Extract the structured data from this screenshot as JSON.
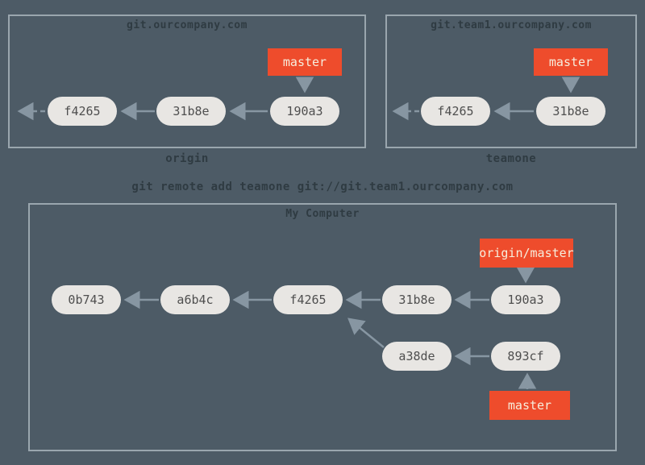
{
  "colors": {
    "background": "#4d5b66",
    "frame_border": "#9aa6ae",
    "commit_fill": "#e8e6e3",
    "commit_text": "#4f4f4f",
    "branch_fill": "#ee4c2c",
    "branch_text": "#f6eedd",
    "heading_text": "#2f3b42",
    "arrow": "#8796a2"
  },
  "origin_server": {
    "title": "git.ourcompany.com",
    "caption": "origin",
    "branch_label": "master",
    "commits": [
      "f4265",
      "31b8e",
      "190a3"
    ]
  },
  "teamone_server": {
    "title": "git.team1.ourcompany.com",
    "caption": "teamone",
    "branch_label": "master",
    "commits": [
      "f4265",
      "31b8e"
    ]
  },
  "command_text": "git remote add teamone git://git.team1.ourcompany.com",
  "my_computer": {
    "title": "My Computer",
    "remote_branch_label": "origin/master",
    "local_branch_label": "master",
    "main_commits": [
      "0b743",
      "a6b4c",
      "f4265",
      "31b8e",
      "190a3"
    ],
    "topic_commits": [
      "a38de",
      "893cf"
    ]
  }
}
